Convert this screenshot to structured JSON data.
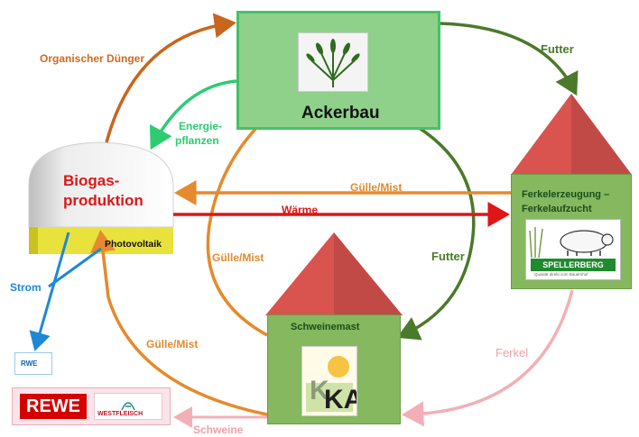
{
  "nodes": {
    "ackerbau": {
      "title": "Ackerbau",
      "icon": "wheat-icon"
    },
    "biogas": {
      "title_line1": "Biogas-",
      "title_line2": "produktion",
      "solar_label": "Photovoltaik"
    },
    "ferkel": {
      "title_line1": "Ferkelerzeugung –",
      "title_line2": "Ferkelaufzucht",
      "logo": {
        "name": "SPELLERBERG",
        "tagline": "Qualität direkt vom Bauernhof"
      }
    },
    "schweinemast": {
      "title": "Schweinemast",
      "logo_text": "KA"
    },
    "rwe": {
      "label": "RWE"
    },
    "retail": {
      "rewe_label": "REWE",
      "westfleisch_label": "WESTFLEISCH"
    }
  },
  "flows": {
    "organischer_duenger": "Organischer Dünger",
    "energiepflanzen_line1": "Energie-",
    "energiepflanzen_line2": "pflanzen",
    "futter_top": "Futter",
    "guelle_mist_top": "Gülle/Mist",
    "waerme": "Wärme",
    "guelle_mist_mid": "Gülle/Mist",
    "futter_mid": "Futter",
    "strom": "Strom",
    "guelle_mist_low": "Gülle/Mist",
    "ferkel": "Ferkel",
    "schweine": "Schweine"
  },
  "colors": {
    "orange": "#e58a2e",
    "dark_orange": "#d2691e",
    "green": "#2ecc71",
    "dark_green": "#4a7a2a",
    "red": "#e01616",
    "blue": "#1e88d6",
    "pink": "#f0a0a8",
    "house_green": "#86b860",
    "roof_red": "#d9534f"
  }
}
